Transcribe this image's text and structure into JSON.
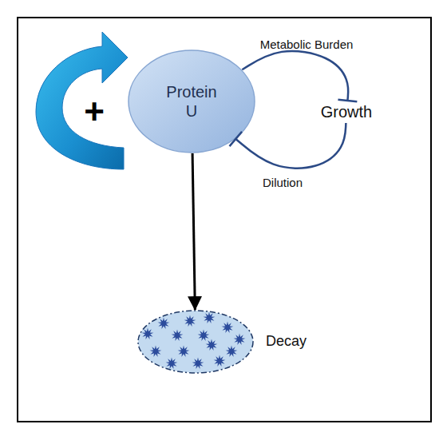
{
  "diagram": {
    "nodes": [
      {
        "text": [
          "Protein U"
        ]
      },
      {
        "text": [
          "Growth"
        ]
      },
      {
        "text": [
          "Decay"
        ]
      }
    ],
    "edges": [
      {
        "from": 0,
        "to": 1,
        "arrow": "to",
        "label": "Metabolic Burden"
      },
      {
        "from": 1,
        "to": 0,
        "arrow": "to",
        "label": "Dilution"
      },
      {
        "from": 0,
        "to": 2,
        "arrow": "to"
      }
    ],
    "labels": [
      "+"
    ]
  }
}
